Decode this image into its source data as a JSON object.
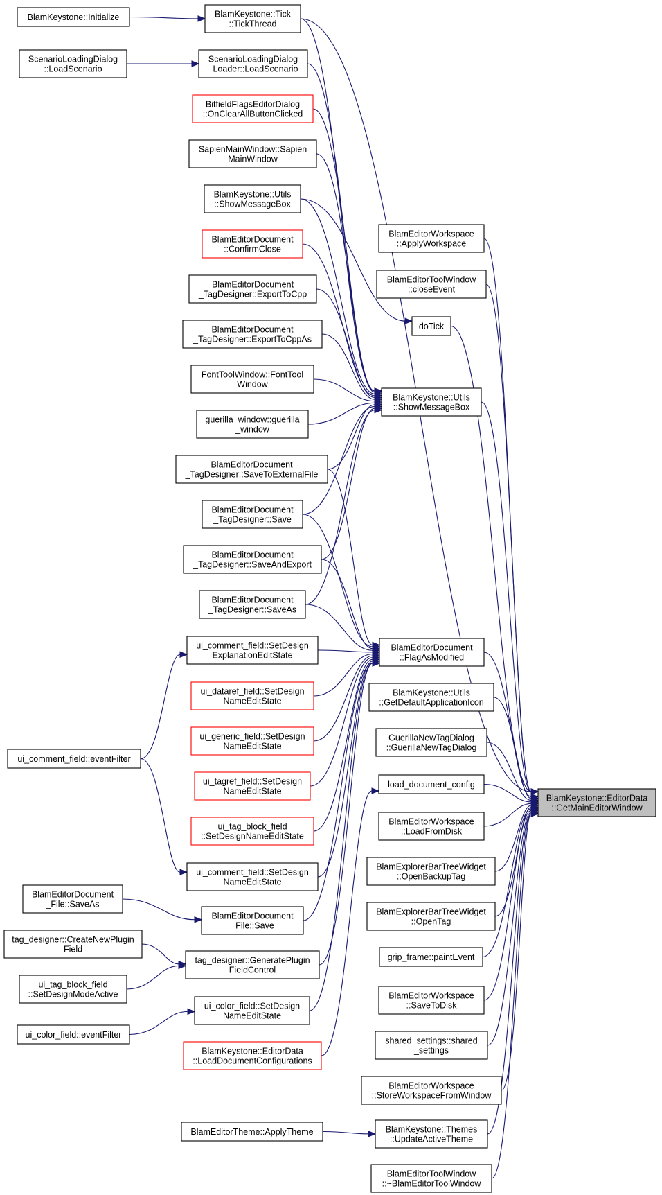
{
  "diagram": {
    "title": "",
    "focus_node": "editordata",
    "colors": {
      "edge": "#191970",
      "node_border": "#000000",
      "node_border_truncated": "#ff0000",
      "focus_fill": "#bfbfbf",
      "background": "#ffffff"
    },
    "nodes": [
      {
        "id": "initialize",
        "lines": [
          "BlamKeystone::Initialize"
        ],
        "border": "black"
      },
      {
        "id": "tickthread",
        "lines": [
          "BlamKeystone::Tick",
          "::TickThread"
        ],
        "border": "black"
      },
      {
        "id": "scen_dialog",
        "lines": [
          "ScenarioLoadingDialog",
          "::LoadScenario"
        ],
        "border": "black"
      },
      {
        "id": "scen_loader",
        "lines": [
          "ScenarioLoadingDialog",
          "_Loader::LoadScenario"
        ],
        "border": "black"
      },
      {
        "id": "bitfield",
        "lines": [
          "BitfieldFlagsEditorDialog",
          "::OnClearAllButtonClicked"
        ],
        "border": "red"
      },
      {
        "id": "sapien",
        "lines": [
          "SapienMainWindow::Sapien",
          "MainWindow"
        ],
        "border": "black"
      },
      {
        "id": "utils_smb_a",
        "lines": [
          "BlamKeystone::Utils",
          "::ShowMessageBox"
        ],
        "border": "black"
      },
      {
        "id": "confirmclose",
        "lines": [
          "BlamEditorDocument",
          "::ConfirmClose"
        ],
        "border": "red"
      },
      {
        "id": "exporttocpp",
        "lines": [
          "BlamEditorDocument",
          "_TagDesigner::ExportToCpp"
        ],
        "border": "black"
      },
      {
        "id": "exporttocppas",
        "lines": [
          "BlamEditorDocument",
          "_TagDesigner::ExportToCppAs"
        ],
        "border": "black"
      },
      {
        "id": "fonttool",
        "lines": [
          "FontToolWindow::FontTool",
          "Window"
        ],
        "border": "black"
      },
      {
        "id": "guerilla_win",
        "lines": [
          "guerilla_window::guerilla",
          "_window"
        ],
        "border": "black"
      },
      {
        "id": "savetoext",
        "lines": [
          "BlamEditorDocument",
          "_TagDesigner::SaveToExternalFile"
        ],
        "border": "black"
      },
      {
        "id": "td_save",
        "lines": [
          "BlamEditorDocument",
          "_TagDesigner::Save"
        ],
        "border": "black"
      },
      {
        "id": "td_saveexport",
        "lines": [
          "BlamEditorDocument",
          "_TagDesigner::SaveAndExport"
        ],
        "border": "black"
      },
      {
        "id": "td_saveas",
        "lines": [
          "BlamEditorDocument",
          "_TagDesigner::SaveAs"
        ],
        "border": "black"
      },
      {
        "id": "comment_expl",
        "lines": [
          "ui_comment_field::SetDesign",
          "ExplanationEditState"
        ],
        "border": "black"
      },
      {
        "id": "dataref",
        "lines": [
          "ui_dataref_field::SetDesign",
          "NameEditState"
        ],
        "border": "red"
      },
      {
        "id": "generic",
        "lines": [
          "ui_generic_field::SetDesign",
          "NameEditState"
        ],
        "border": "red"
      },
      {
        "id": "comment_evt",
        "lines": [
          "ui_comment_field::eventFilter"
        ],
        "border": "black"
      },
      {
        "id": "tagref",
        "lines": [
          "ui_tagref_field::SetDesign",
          "NameEditState"
        ],
        "border": "red"
      },
      {
        "id": "tagblock_name",
        "lines": [
          "ui_tag_block_field",
          "::SetDesignNameEditState"
        ],
        "border": "red"
      },
      {
        "id": "comment_name",
        "lines": [
          "ui_comment_field::SetDesign",
          "NameEditState"
        ],
        "border": "black"
      },
      {
        "id": "file_saveas",
        "lines": [
          "BlamEditorDocument",
          "_File::SaveAs"
        ],
        "border": "black"
      },
      {
        "id": "file_save",
        "lines": [
          "BlamEditorDocument",
          "_File::Save"
        ],
        "border": "black"
      },
      {
        "id": "createplugin",
        "lines": [
          "tag_designer::CreateNewPlugin",
          "Field"
        ],
        "border": "black"
      },
      {
        "id": "generateplugin",
        "lines": [
          "tag_designer::GeneratePlugin",
          "FieldControl"
        ],
        "border": "black"
      },
      {
        "id": "tagblock_mode",
        "lines": [
          "ui_tag_block_field",
          "::SetDesignModeActive"
        ],
        "border": "black"
      },
      {
        "id": "color_name",
        "lines": [
          "ui_color_field::SetDesign",
          "NameEditState"
        ],
        "border": "black"
      },
      {
        "id": "color_evt",
        "lines": [
          "ui_color_field::eventFilter"
        ],
        "border": "black"
      },
      {
        "id": "loaddocconfigs",
        "lines": [
          "BlamKeystone::EditorData",
          "::LoadDocumentConfigurations"
        ],
        "border": "red"
      },
      {
        "id": "applytheme",
        "lines": [
          "BlamEditorTheme::ApplyTheme"
        ],
        "border": "black"
      },
      {
        "id": "ws_apply",
        "lines": [
          "BlamEditorWorkspace",
          "::ApplyWorkspace"
        ],
        "border": "black"
      },
      {
        "id": "tw_close",
        "lines": [
          "BlamEditorToolWindow",
          "::closeEvent"
        ],
        "border": "black"
      },
      {
        "id": "dotick",
        "lines": [
          "doTick"
        ],
        "border": "black"
      },
      {
        "id": "utils_smb_b",
        "lines": [
          "BlamKeystone::Utils",
          "::ShowMessageBox"
        ],
        "border": "black"
      },
      {
        "id": "flagasmod",
        "lines": [
          "BlamEditorDocument",
          "::FlagAsModified"
        ],
        "border": "black"
      },
      {
        "id": "getdefaulticon",
        "lines": [
          "BlamKeystone::Utils",
          "::GetDefaultApplicationIcon"
        ],
        "border": "black"
      },
      {
        "id": "guerillanewtag",
        "lines": [
          "GuerillaNewTagDialog",
          "::GuerillaNewTagDialog"
        ],
        "border": "black"
      },
      {
        "id": "loaddocconfig",
        "lines": [
          "load_document_config"
        ],
        "border": "black"
      },
      {
        "id": "ws_load",
        "lines": [
          "BlamEditorWorkspace",
          "::LoadFromDisk"
        ],
        "border": "black"
      },
      {
        "id": "openbackup",
        "lines": [
          "BlamExplorerBarTreeWidget",
          "::OpenBackupTag"
        ],
        "border": "black"
      },
      {
        "id": "opentag",
        "lines": [
          "BlamExplorerBarTreeWidget",
          "::OpenTag"
        ],
        "border": "black"
      },
      {
        "id": "gripframe",
        "lines": [
          "grip_frame::paintEvent"
        ],
        "border": "black"
      },
      {
        "id": "ws_save",
        "lines": [
          "BlamEditorWorkspace",
          "::SaveToDisk"
        ],
        "border": "black"
      },
      {
        "id": "sharedsettings",
        "lines": [
          "shared_settings::shared",
          "_settings"
        ],
        "border": "black"
      },
      {
        "id": "ws_store",
        "lines": [
          "BlamEditorWorkspace",
          "::StoreWorkspaceFromWindow"
        ],
        "border": "black"
      },
      {
        "id": "themes_update",
        "lines": [
          "BlamKeystone::Themes",
          "::UpdateActiveTheme"
        ],
        "border": "black"
      },
      {
        "id": "tw_destroy",
        "lines": [
          "BlamEditorToolWindow",
          "::~BlamEditorToolWindow"
        ],
        "border": "black"
      },
      {
        "id": "editordata",
        "lines": [
          "BlamKeystone::EditorData",
          "::GetMainEditorWindow"
        ],
        "border": "black"
      }
    ],
    "edges": [
      {
        "from": "initialize",
        "to": "tickthread"
      },
      {
        "from": "scen_dialog",
        "to": "scen_loader"
      },
      {
        "from": "utils_smb_a",
        "to": "dotick"
      },
      {
        "from": "tickthread",
        "to": "utils_smb_b"
      },
      {
        "from": "scen_loader",
        "to": "utils_smb_b"
      },
      {
        "from": "bitfield",
        "to": "utils_smb_b"
      },
      {
        "from": "sapien",
        "to": "utils_smb_b"
      },
      {
        "from": "utils_smb_a",
        "to": "utils_smb_b"
      },
      {
        "from": "confirmclose",
        "to": "utils_smb_b"
      },
      {
        "from": "exporttocpp",
        "to": "utils_smb_b"
      },
      {
        "from": "exporttocppas",
        "to": "utils_smb_b"
      },
      {
        "from": "fonttool",
        "to": "utils_smb_b"
      },
      {
        "from": "guerilla_win",
        "to": "utils_smb_b"
      },
      {
        "from": "savetoext",
        "to": "utils_smb_b"
      },
      {
        "from": "td_save",
        "to": "utils_smb_b"
      },
      {
        "from": "td_saveexport",
        "to": "utils_smb_b"
      },
      {
        "from": "td_saveas",
        "to": "utils_smb_b"
      },
      {
        "from": "savetoext",
        "to": "flagasmod"
      },
      {
        "from": "td_save",
        "to": "flagasmod"
      },
      {
        "from": "td_saveexport",
        "to": "flagasmod"
      },
      {
        "from": "td_saveas",
        "to": "flagasmod"
      },
      {
        "from": "comment_expl",
        "to": "flagasmod"
      },
      {
        "from": "dataref",
        "to": "flagasmod"
      },
      {
        "from": "generic",
        "to": "flagasmod"
      },
      {
        "from": "tagref",
        "to": "flagasmod"
      },
      {
        "from": "tagblock_name",
        "to": "flagasmod"
      },
      {
        "from": "comment_name",
        "to": "flagasmod"
      },
      {
        "from": "file_save",
        "to": "flagasmod"
      },
      {
        "from": "generateplugin",
        "to": "flagasmod"
      },
      {
        "from": "color_name",
        "to": "flagasmod"
      },
      {
        "from": "comment_evt",
        "to": "comment_expl"
      },
      {
        "from": "comment_evt",
        "to": "comment_name"
      },
      {
        "from": "file_saveas",
        "to": "file_save"
      },
      {
        "from": "createplugin",
        "to": "generateplugin"
      },
      {
        "from": "tagblock_mode",
        "to": "generateplugin"
      },
      {
        "from": "color_evt",
        "to": "color_name"
      },
      {
        "from": "loaddocconfigs",
        "to": "loaddocconfig"
      },
      {
        "from": "applytheme",
        "to": "themes_update"
      },
      {
        "from": "tickthread",
        "to": "editordata"
      },
      {
        "from": "ws_apply",
        "to": "editordata"
      },
      {
        "from": "tw_close",
        "to": "editordata"
      },
      {
        "from": "dotick",
        "to": "editordata"
      },
      {
        "from": "utils_smb_b",
        "to": "editordata"
      },
      {
        "from": "flagasmod",
        "to": "editordata"
      },
      {
        "from": "getdefaulticon",
        "to": "editordata"
      },
      {
        "from": "guerillanewtag",
        "to": "editordata"
      },
      {
        "from": "loaddocconfig",
        "to": "editordata"
      },
      {
        "from": "ws_load",
        "to": "editordata"
      },
      {
        "from": "openbackup",
        "to": "editordata"
      },
      {
        "from": "opentag",
        "to": "editordata"
      },
      {
        "from": "gripframe",
        "to": "editordata"
      },
      {
        "from": "ws_save",
        "to": "editordata"
      },
      {
        "from": "sharedsettings",
        "to": "editordata"
      },
      {
        "from": "ws_store",
        "to": "editordata"
      },
      {
        "from": "themes_update",
        "to": "editordata"
      },
      {
        "from": "tw_destroy",
        "to": "editordata"
      }
    ]
  }
}
